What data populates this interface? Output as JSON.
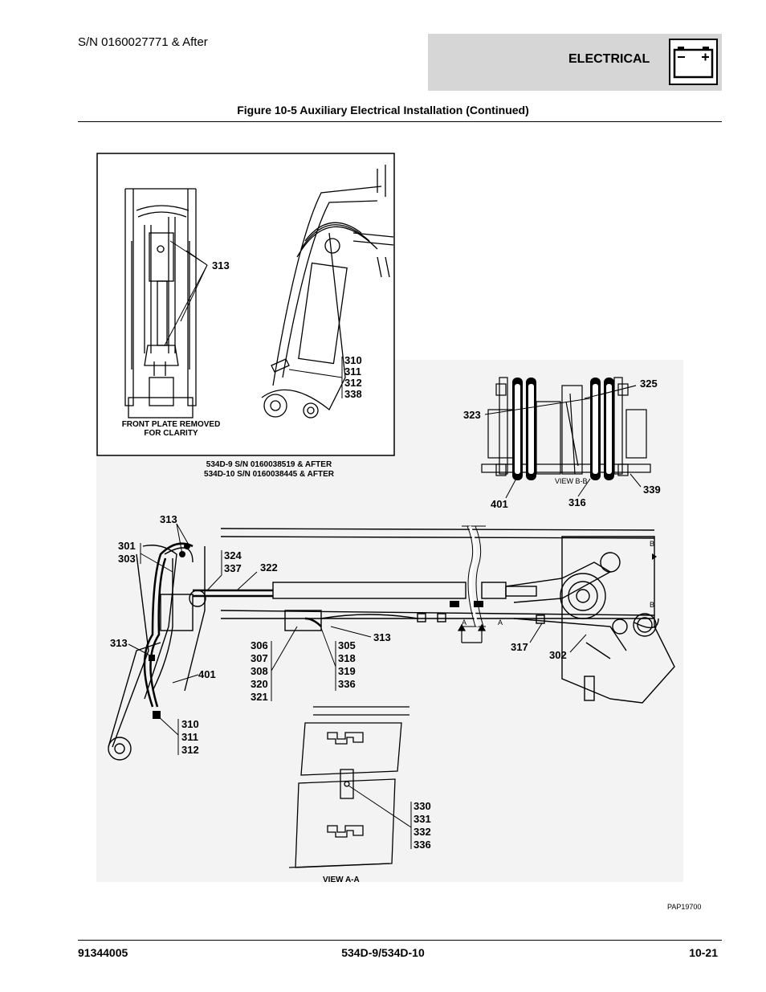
{
  "header": {
    "serial": "S/N 0160027771 & After",
    "section": "ELECTRICAL",
    "icon": "battery-icon"
  },
  "figure": {
    "title": "Figure 10-5 Auxiliary Electrical Installation (Continued)",
    "inset_note_line1": "FRONT PLATE REMOVED",
    "inset_note_line2": "FOR CLARITY",
    "inset_caption_line1": "534D-9 S/N 0160038519 & AFTER",
    "inset_caption_line2": "534D-10 S/N 0160038445 & AFTER",
    "view_b": "VIEW B-B",
    "view_a": "VIEW A-A",
    "ref_code": "PAP19700",
    "marks": {
      "a": "A",
      "b": "B"
    }
  },
  "callouts": {
    "inset_313": "313",
    "inset_310_group": [
      "310",
      "311",
      "312",
      "338"
    ],
    "c323": "323",
    "c325": "325",
    "c401_top": "401",
    "c316": "316",
    "c339": "339",
    "c313_top": "313",
    "c301_group": [
      "301",
      "303"
    ],
    "c324_group": [
      "324",
      "337"
    ],
    "c322": "322",
    "c313_left": "313",
    "c306_group": [
      "306",
      "307",
      "308",
      "320",
      "321"
    ],
    "c305_group": [
      "305",
      "318",
      "319",
      "336"
    ],
    "c313_mid": "313",
    "c317": "317",
    "c302": "302",
    "c401_left": "401",
    "c310_group": [
      "310",
      "311",
      "312"
    ],
    "c330_group": [
      "330",
      "331",
      "332",
      "336"
    ]
  },
  "footer": {
    "doc_number": "91344005",
    "model": "534D-9/534D-10",
    "page": "10-21"
  }
}
